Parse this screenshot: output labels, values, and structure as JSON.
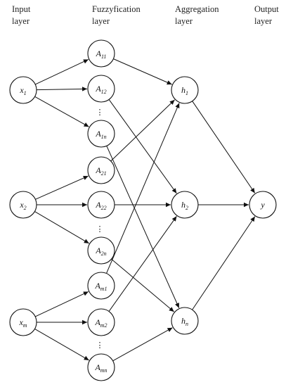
{
  "layers": [
    {
      "id": "input",
      "title_lines": [
        "Input",
        "layer"
      ]
    },
    {
      "id": "fuzz",
      "title_lines": [
        "Fuzzyfication",
        "layer"
      ]
    },
    {
      "id": "agg",
      "title_lines": [
        "Aggregation",
        "layer"
      ]
    },
    {
      "id": "out",
      "title_lines": [
        "Output",
        "layer"
      ]
    }
  ],
  "nodes": [
    {
      "id": "x1",
      "layer": "input",
      "label": "x",
      "sub": "1"
    },
    {
      "id": "x2",
      "layer": "input",
      "label": "x",
      "sub": "2"
    },
    {
      "id": "xm",
      "layer": "input",
      "label": "x",
      "sub": "m"
    },
    {
      "id": "A11",
      "layer": "fuzz",
      "label": "A",
      "sub": "11"
    },
    {
      "id": "A12",
      "layer": "fuzz",
      "label": "A",
      "sub": "12"
    },
    {
      "id": "A1n",
      "layer": "fuzz",
      "label": "A",
      "sub": "1n"
    },
    {
      "id": "A21",
      "layer": "fuzz",
      "label": "A",
      "sub": "21"
    },
    {
      "id": "A22",
      "layer": "fuzz",
      "label": "A",
      "sub": "22"
    },
    {
      "id": "A2n",
      "layer": "fuzz",
      "label": "A",
      "sub": "2n"
    },
    {
      "id": "Am1",
      "layer": "fuzz",
      "label": "A",
      "sub": "m1"
    },
    {
      "id": "Am2",
      "layer": "fuzz",
      "label": "A",
      "sub": "m2"
    },
    {
      "id": "Amn",
      "layer": "fuzz",
      "label": "A",
      "sub": "mn"
    },
    {
      "id": "h1",
      "layer": "agg",
      "label": "h",
      "sub": "1"
    },
    {
      "id": "h2",
      "layer": "agg",
      "label": "h",
      "sub": "2"
    },
    {
      "id": "hn",
      "layer": "agg",
      "label": "h",
      "sub": "n"
    },
    {
      "id": "y",
      "layer": "out",
      "label": "y",
      "sub": ""
    }
  ],
  "ellipsis": "⋮",
  "edges": [
    [
      "x1",
      "A11"
    ],
    [
      "x1",
      "A12"
    ],
    [
      "x1",
      "A1n"
    ],
    [
      "x2",
      "A21"
    ],
    [
      "x2",
      "A22"
    ],
    [
      "x2",
      "A2n"
    ],
    [
      "xm",
      "Am1"
    ],
    [
      "xm",
      "Am2"
    ],
    [
      "xm",
      "Amn"
    ],
    [
      "A11",
      "h1"
    ],
    [
      "A21",
      "h1"
    ],
    [
      "Am1",
      "h1"
    ],
    [
      "A12",
      "h2"
    ],
    [
      "A22",
      "h2"
    ],
    [
      "Am2",
      "h2"
    ],
    [
      "A1n",
      "hn"
    ],
    [
      "A2n",
      "hn"
    ],
    [
      "Amn",
      "hn"
    ],
    [
      "h1",
      "y"
    ],
    [
      "h2",
      "y"
    ],
    [
      "hn",
      "y"
    ]
  ]
}
